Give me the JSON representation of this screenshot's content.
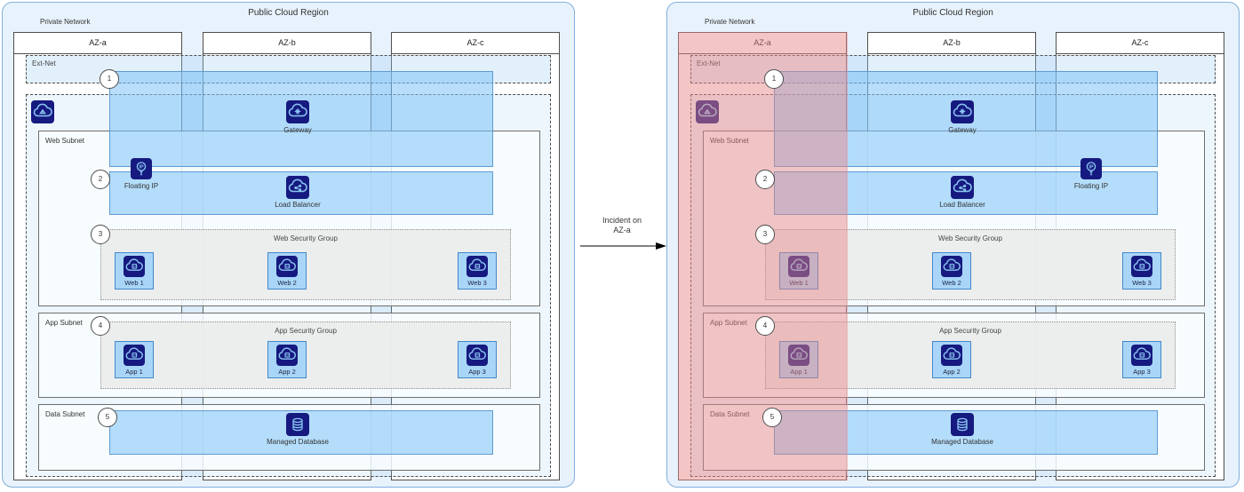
{
  "connector": {
    "label_line1": "Incident on",
    "label_line2": "AZ-a"
  },
  "panel": {
    "title": "Public Cloud Region",
    "zones": [
      "AZ-a",
      "AZ-b",
      "AZ-c"
    ],
    "ext_net_label": "Ext-Net",
    "private_network_label": "Private Network",
    "subnets": {
      "web": "Web Subnet",
      "app": "App Subnet",
      "data": "Data Subnet"
    },
    "security_groups": {
      "web": "Web Security Group",
      "app": "App Security Group"
    },
    "services": {
      "gateway": "Gateway",
      "floating_ip": "Floating IP",
      "load_balancer": "Load Balancer",
      "database": "Managed Database"
    },
    "vms": {
      "web": [
        "Web 1",
        "Web 2",
        "Web 3"
      ],
      "app": [
        "App 1",
        "App 2",
        "App 3"
      ]
    },
    "markers": [
      "1",
      "2",
      "3",
      "4",
      "5"
    ],
    "incident_zone": "AZ-a"
  },
  "colors": {
    "region_fill": "#e8f2fc",
    "region_border": "#7fafdd",
    "service_band_blue": "#7dc2f7",
    "vm_fill": "#a9d6f8",
    "vm_border": "#4288c9",
    "icon_navy": "#161a80",
    "icon_glyph_blue": "#8cc6f2",
    "incident_red": "#e78686",
    "lane_border": "#4f4f4f"
  }
}
